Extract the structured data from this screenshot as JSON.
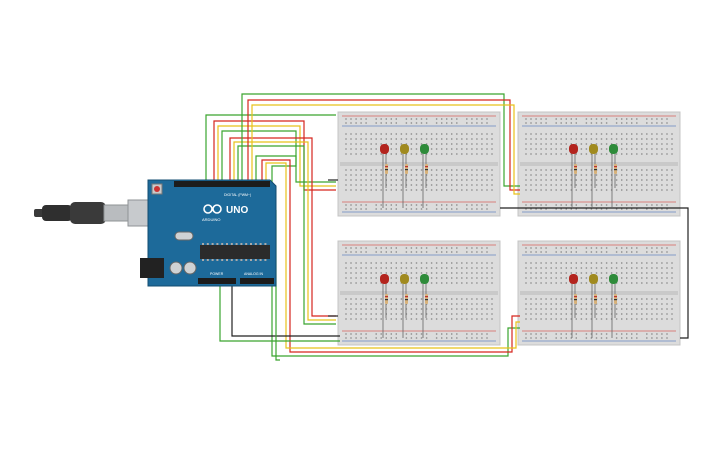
{
  "arduino": {
    "logo_text": "UNO",
    "brand_text": "ARDUINO",
    "digital_label": "DIGITAL (PWM~)",
    "power_label": "POWER",
    "analog_label": "ANALOG IN",
    "board_color": "#1d6a9a",
    "chip_color": "#2b2b2b"
  },
  "usb_cable": {
    "color": "#3a3a3a",
    "connector_color": "#b9bcbf"
  },
  "breadboards": [
    {
      "name": "breadboard-top-left"
    },
    {
      "name": "breadboard-top-right"
    },
    {
      "name": "breadboard-bottom-left"
    },
    {
      "name": "breadboard-bottom-right"
    }
  ],
  "leds": {
    "colors": [
      "#b3241e",
      "#a08a1f",
      "#2e8b3a"
    ],
    "names": [
      "red-led",
      "yellow-led",
      "green-led"
    ]
  },
  "wire_colors": {
    "red": "#d6261e",
    "yellow": "#e8c21a",
    "green": "#3aa52f",
    "black": "#222222"
  },
  "breadboard_colors": {
    "body": "#dcdcdc",
    "hole": "#8a8a8a",
    "rail_red": "#d6261e",
    "rail_blue": "#2b5fb3"
  }
}
